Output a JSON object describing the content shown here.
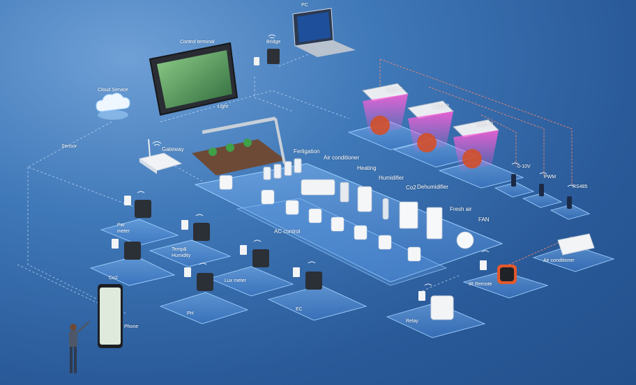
{
  "labels": {
    "pc": "PC",
    "bridge": "Bridge",
    "control_terminal": "Control terminal",
    "cloud_service": "Cloud Service",
    "light": "Light",
    "gateway": "Gateway",
    "sensor": "Sensor",
    "light1": "Light 1",
    "light2": "Light 2",
    "light3": "Light 3",
    "v010": "0-10V",
    "pwm": "PWM",
    "rs485": "RS485",
    "ferligation": "Ferligation",
    "air_conditioner_top": "Air conditioner",
    "heating": "Heating",
    "humidifier": "Humidifier",
    "co2_top": "Co2",
    "dehumidifier": "Dehumidifier",
    "fresh_air": "Fresh air",
    "fan": "FAN",
    "ac_control": "AC control",
    "par_meter_1": "Par",
    "par_meter_2": "meter",
    "temp_humidity_1": "Temp&",
    "temp_humidity_2": "Humidity",
    "co2_bottom": "Co2",
    "lux_meter": "Lux meter",
    "ph": "PH",
    "ec": "EC",
    "phone": "Phone",
    "relay": "Relay",
    "ir_remote": "IR Remote",
    "air_conditioner_right": "Air conditioner"
  },
  "colors": {
    "background": "#3f78b8",
    "platform": "#6aa3e6",
    "platform_edge": "#9fd0ff",
    "link_line": "#cfe6ff",
    "signal_line": "#ff8a6a",
    "grow_light": "#ff4fd0",
    "plant": "#d2502a"
  },
  "icons": [
    "wifi-icon",
    "cloud-icon",
    "laptop-icon",
    "tablet-icon",
    "phone-icon",
    "gateway-router-icon",
    "grow-light-icon",
    "plant-icon",
    "sensor-box-icon",
    "relay-icon",
    "air-conditioner-icon",
    "person-icon"
  ]
}
